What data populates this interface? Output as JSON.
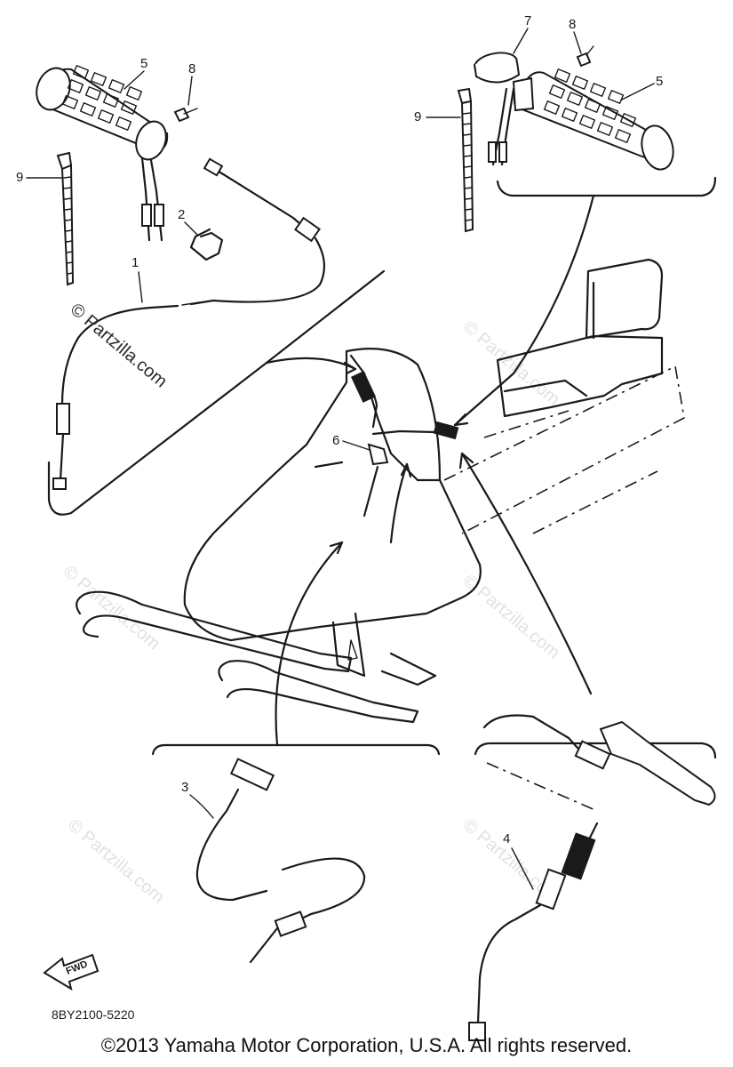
{
  "callouts": {
    "c1": "1",
    "c2": "2",
    "c3": "3",
    "c4": "4",
    "c5a": "5",
    "c5b": "5",
    "c6": "6",
    "c7": "7",
    "c8a": "8",
    "c8b": "8",
    "c9a": "9",
    "c9b": "9"
  },
  "watermark_text": "© Partzilla.com",
  "fwd_label": "FWD",
  "diagram_code": "8BY2100-5220",
  "copyright": "©2013 Yamaha Motor Corporation, U.S.A. All rights reserved."
}
